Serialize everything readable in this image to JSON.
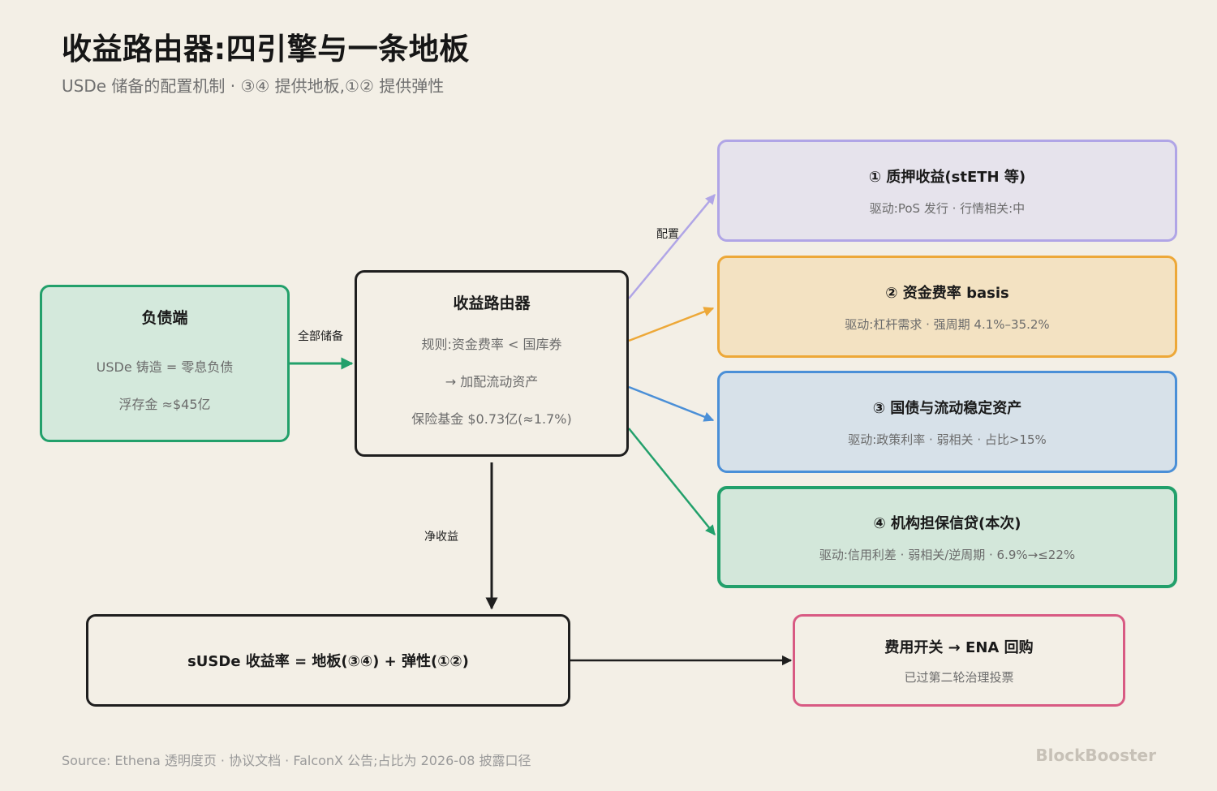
{
  "title": "收益路由器:四引擎与一条地板",
  "subtitle": "USDe 储备的配置机制 · ③④ 提供地板,①② 提供弹性",
  "nodes": {
    "liability": {
      "title": "负债端",
      "line1": "USDe 铸造 = 零息负债",
      "line2": "浮存金 ≈$45亿"
    },
    "router": {
      "title": "收益路由器",
      "line1": "规则:资金费率 < 国库券",
      "line2": "→ 加配流动资产",
      "line3": "保险基金 $0.73亿(≈1.7%)"
    },
    "engines": [
      {
        "title": "① 质押收益(stETH 等)",
        "desc": "驱动:PoS 发行 · 行情相关:中",
        "color": "#b0a5e6"
      },
      {
        "title": "② 资金费率 basis",
        "desc": "驱动:杠杆需求 · 强周期 4.1%–35.2%",
        "color": "#eda838"
      },
      {
        "title": "③ 国债与流动稳定资产",
        "desc": "驱动:政策利率 · 弱相关 · 占比>15%",
        "color": "#4a8fd7"
      },
      {
        "title": "④ 机构担保信贷(本次)",
        "desc": "驱动:信用利差 · 弱相关/逆周期 · 6.9%→≤22%",
        "color": "#22a06b"
      }
    ],
    "susde": {
      "title": "sUSDe 收益率 = 地板(③④) + 弹性(①②)"
    },
    "fee": {
      "title": "费用开关 → ENA 回购",
      "desc": "已过第二轮治理投票"
    }
  },
  "edge_labels": {
    "all_reserves": "全部储备",
    "allocate": "配置",
    "net_yield": "净收益"
  },
  "footer": "Source: Ethena 透明度页 · 协议文档 · FalconX 公告;占比为 2026-08 披露口径",
  "brand": "BlockBooster"
}
